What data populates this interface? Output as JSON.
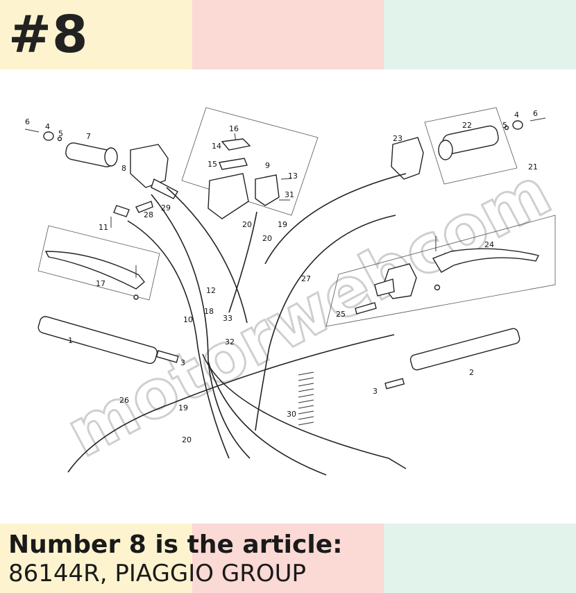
{
  "colors": {
    "band_yellow": "#fdf4cf",
    "band_pink": "#fbd9d5",
    "band_mint": "#e2f3ec"
  },
  "header": {
    "badge": "#8"
  },
  "diagram": {
    "callouts": {
      "c1": "1",
      "c2": "2",
      "c3a": "3",
      "c3b": "3",
      "c4a": "4",
      "c4b": "4",
      "c5a": "5",
      "c5b": "5",
      "c6a": "6",
      "c6b": "6",
      "c7": "7",
      "c8": "8",
      "c9": "9",
      "c10": "10",
      "c11": "11",
      "c12": "12",
      "c13": "13",
      "c14": "14",
      "c15": "15",
      "c16": "16",
      "c17": "17",
      "c18": "18",
      "c19a": "19",
      "c19b": "19",
      "c20a": "20",
      "c20b": "20",
      "c20c": "20",
      "c21": "21",
      "c22": "22",
      "c23": "23",
      "c24": "24",
      "c25": "25",
      "c26": "26",
      "c27": "27",
      "c28": "28",
      "c29": "29",
      "c30": "30",
      "c31": "31",
      "c32": "32",
      "c33": "33"
    },
    "watermark": "motorwebcom"
  },
  "caption": {
    "line1": "Number 8 is the article:",
    "line2": "86144R, PIAGGIO GROUP"
  }
}
